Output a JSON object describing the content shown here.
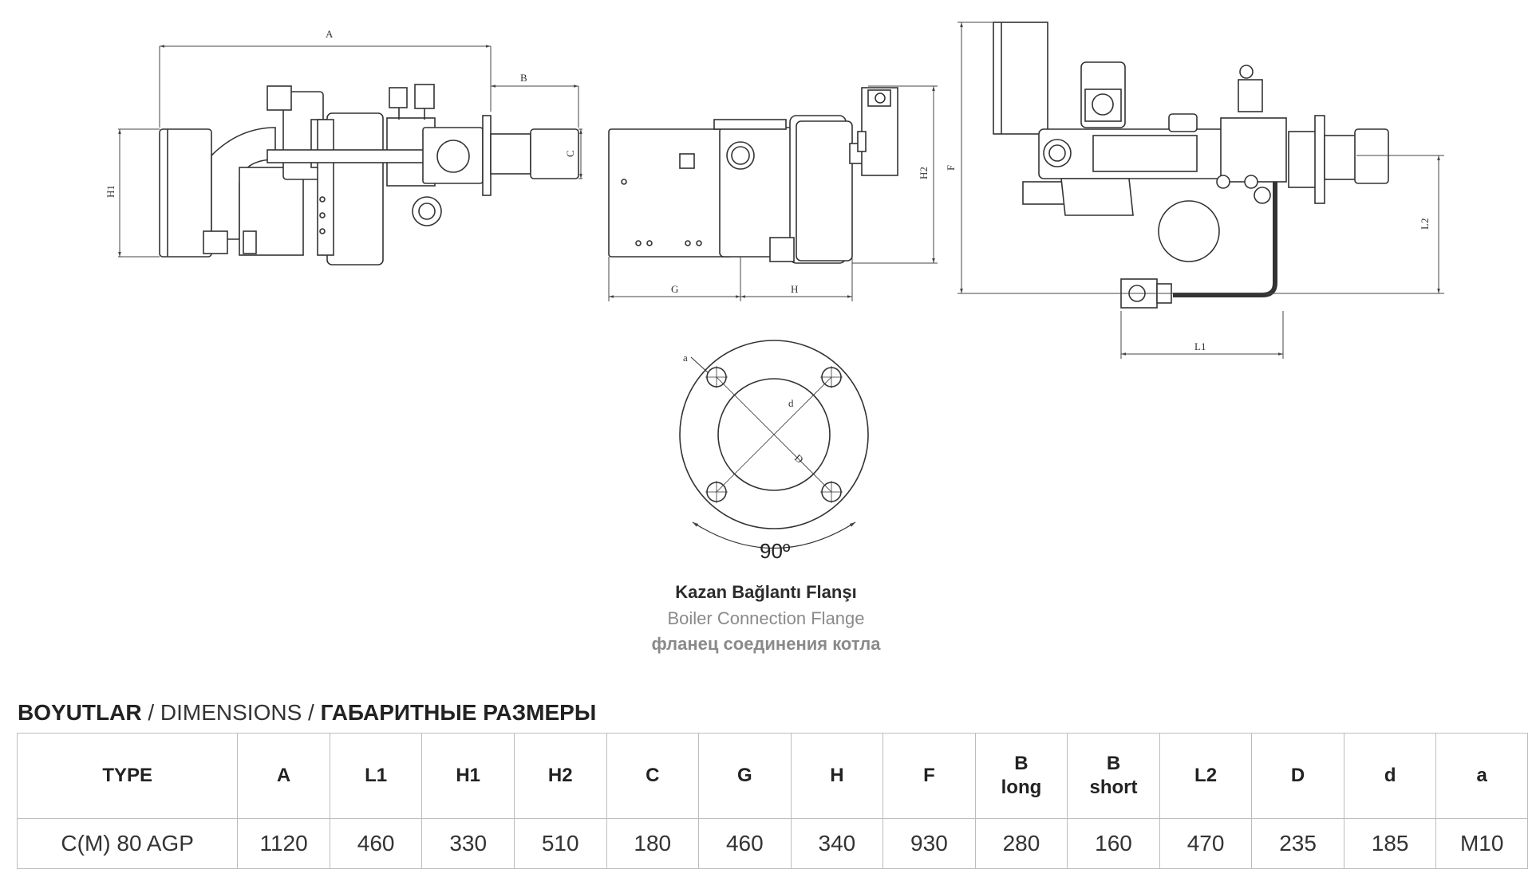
{
  "drawing": {
    "labels": {
      "A": "A",
      "B": "B",
      "C": "C",
      "H1": "H1",
      "G": "G",
      "H": "H",
      "H2": "H2",
      "F": "F",
      "L2": "L2",
      "L1": "L1",
      "a": "a",
      "d": "d",
      "D": "D",
      "angle": "90º"
    }
  },
  "flange": {
    "title_tr": "Kazan Bağlantı Flanşı",
    "title_en": "Boiler Connection Flange",
    "title_ru": "фланец соединения котла"
  },
  "dimensions": {
    "heading_tr": "BOYUTLAR",
    "heading_en": "DIMENSIONS",
    "heading_ru": "ГАБАРИТНЫЕ РАЗМЕРЫ",
    "sep": " / ",
    "columns": [
      "TYPE",
      "A",
      "L1",
      "H1",
      "H2",
      "C",
      "G",
      "H",
      "F",
      "B\nlong",
      "B\nshort",
      "L2",
      "D",
      "d",
      "a"
    ],
    "rows": [
      [
        "C(M) 80 AGP",
        "1120",
        "460",
        "330",
        "510",
        "180",
        "460",
        "340",
        "930",
        "280",
        "160",
        "470",
        "235",
        "185",
        "M10"
      ]
    ]
  }
}
